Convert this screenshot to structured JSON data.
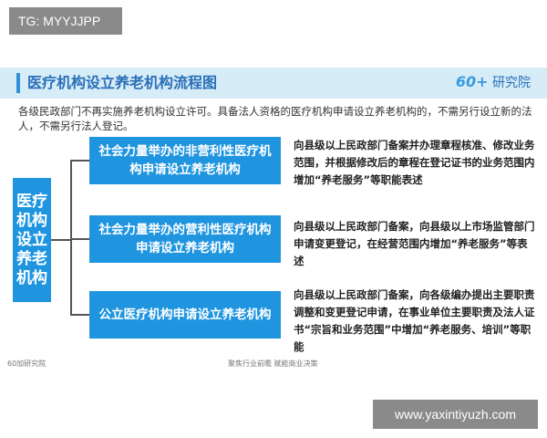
{
  "watermark_tag": "TG: MYYJJPP",
  "header": {
    "title": "医疗机构设立养老机构流程图",
    "brand_num": "60+",
    "brand_text": "研究院"
  },
  "intro": "各级民政部门不再实施养老机构设立许可。具备法人资格的医疗机构申请设立养老机构的，不需另行设立新的法人，不需另行法人登记。",
  "root": {
    "label": "医疗机构设立养老机构"
  },
  "branches": [
    {
      "label": "社会力量举办的非营利性医疗机构申请设立养老机构",
      "description": "向县级以上民政部门备案并办理章程核准、修改业务范围，并根据修改后的章程在登记证书的业务范围内增加“养老服务”等职能表述"
    },
    {
      "label": "社会力量举办的营利性医疗机构申请设立养老机构",
      "description": "向县级以上民政部门备案，向县级以上市场监管部门申请变更登记，在经营范围内增加“养老服务”等表述"
    },
    {
      "label": "公立医疗机构申请设立养老机构",
      "description": "向县级以上民政部门备案，向各级编办提出主要职责调整和变更登记申请，在事业单位主要职责及法人证书“宗旨和业务范围”中增加“养老服务、培训”等职能"
    }
  ],
  "footer": {
    "left": "60加研究院",
    "middle": "聚焦行业前瞻  赋能商业决策"
  },
  "url_watermark": "www.yaxintiyuzh.com",
  "colors": {
    "accent": "#1f95e0",
    "title_bar": "#d6ecf7",
    "title_text": "#2a6fb8"
  }
}
